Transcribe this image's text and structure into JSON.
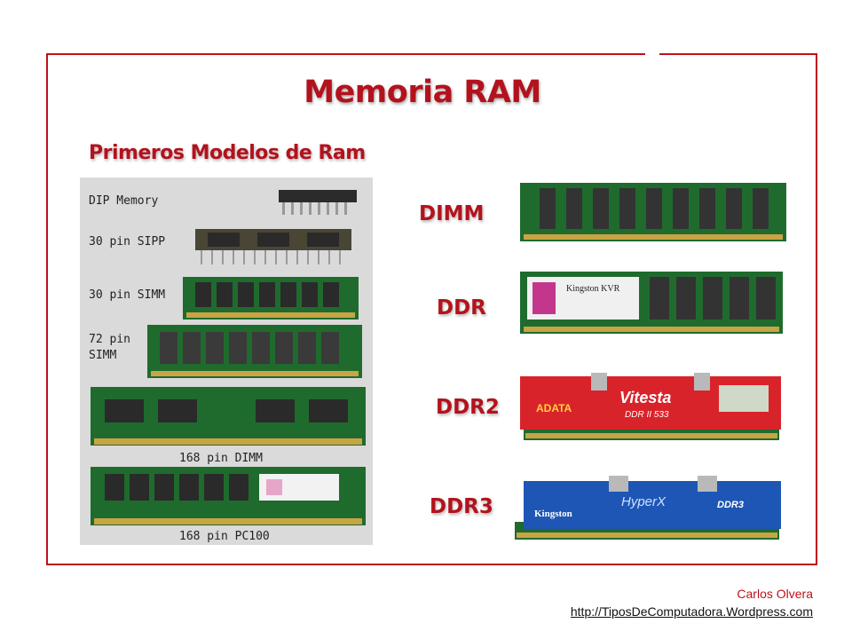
{
  "slide": {
    "title": "Memoria RAM",
    "subtitle": "Primeros Modelos de Ram"
  },
  "early_models": {
    "items": [
      {
        "label": "DIP Memory"
      },
      {
        "label": "30 pin SIPP"
      },
      {
        "label": "30 pin SIMM"
      },
      {
        "label": "72 pin\nSIMM"
      },
      {
        "label": "168 pin DIMM"
      },
      {
        "label": "168 pin PC100"
      }
    ]
  },
  "modern_types": {
    "items": [
      {
        "label": "DIMM"
      },
      {
        "label": "DDR"
      },
      {
        "label": "DDR2",
        "brand": "ADATA",
        "product": "Vitesta",
        "spec": "DDR II 533"
      },
      {
        "label": "DDR3",
        "brand": "Kingston",
        "product": "HyperX",
        "spec": "DDR3"
      }
    ]
  },
  "ddr_sticker": {
    "brand": "Kingston KVR"
  },
  "footer": {
    "author": "Carlos Olvera",
    "url": "http://TiposDeComputadora.Wordpress.com"
  },
  "colors": {
    "accent": "#b3121d",
    "border": "#c0101a",
    "pcb_green": "#1f6b2e",
    "chip": "#2a2a2a",
    "gold": "#c9a445"
  }
}
